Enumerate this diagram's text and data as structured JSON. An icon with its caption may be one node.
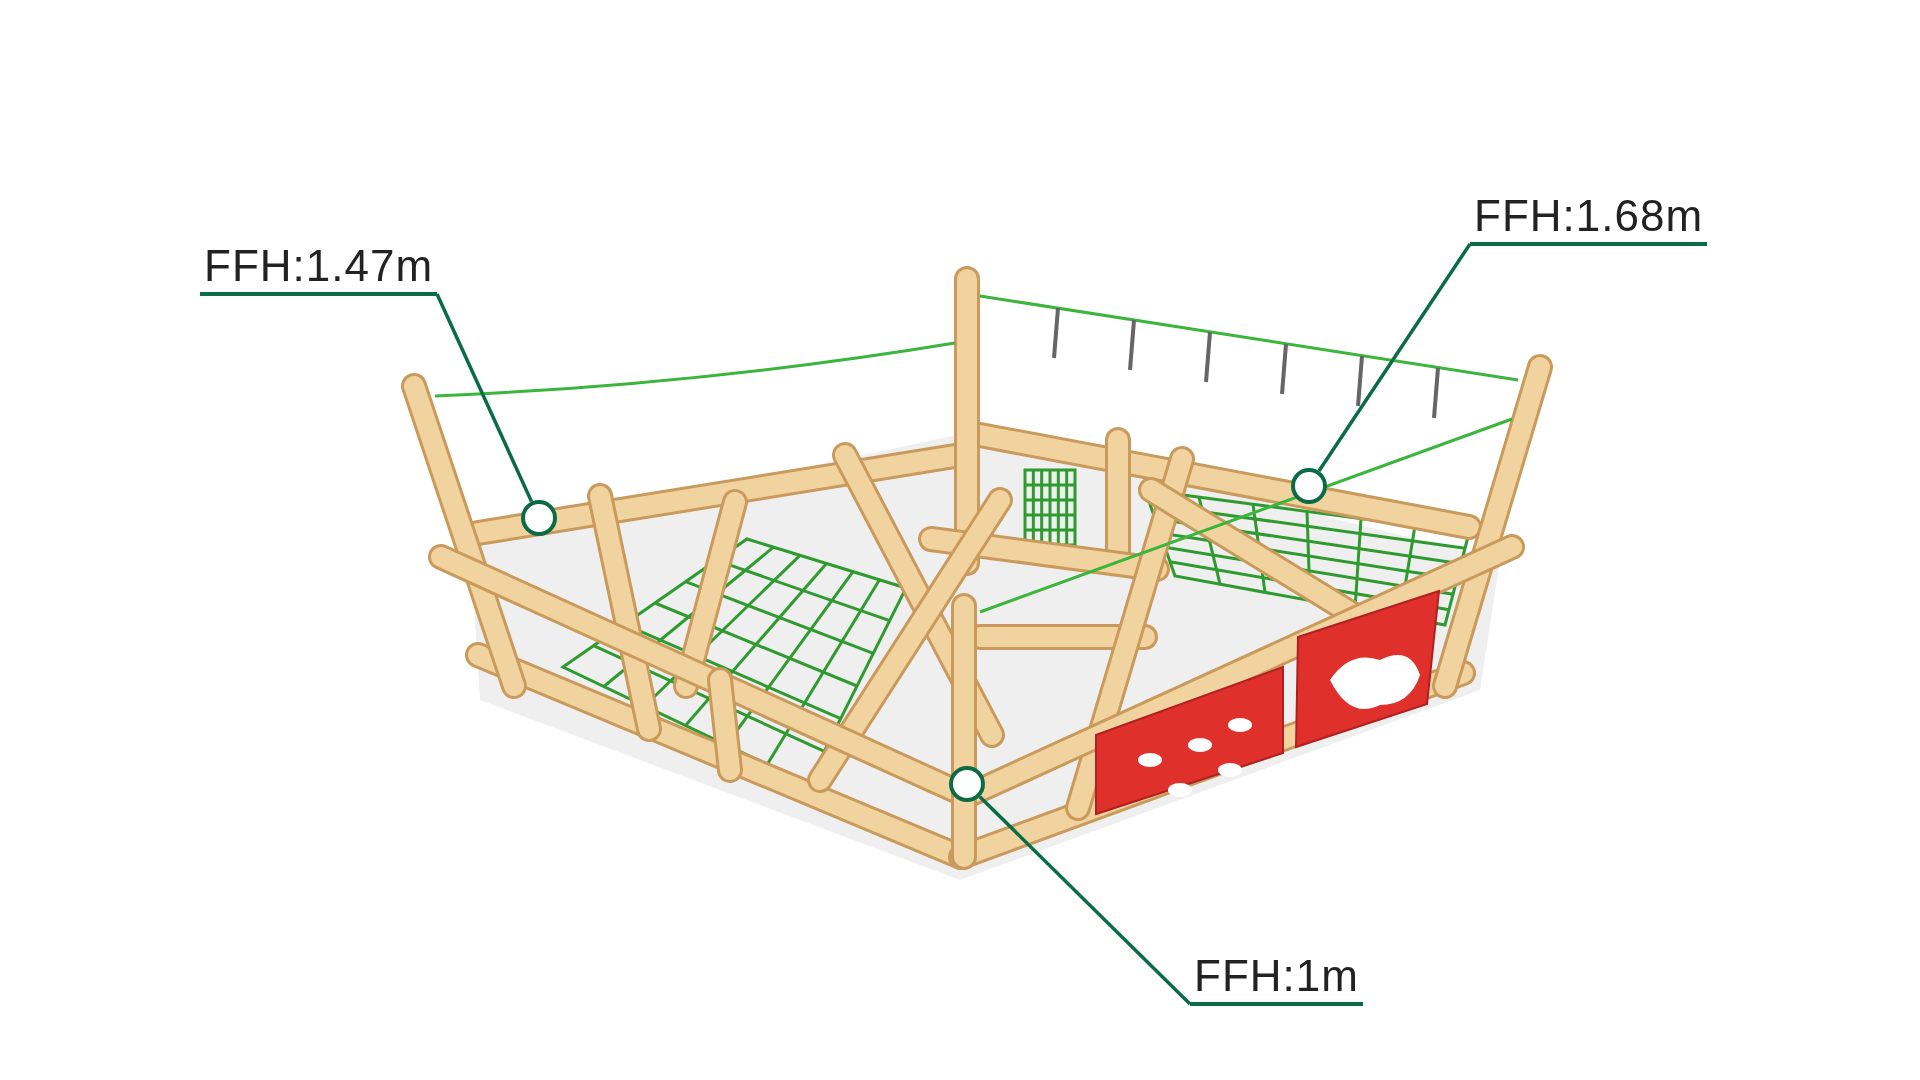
{
  "diagram": {
    "nodes": [
      {
        "text": [
          "FFH:1.68m"
        ]
      },
      {
        "text": [
          "FFH:1.47m"
        ]
      },
      {
        "text": [
          "FFH:1m"
        ]
      },
      {
        "text": [],
        "shape": "circle"
      },
      {
        "text": [],
        "shape": "circle"
      },
      {
        "text": [],
        "shape": "circle"
      }
    ],
    "edges": [
      {
        "from": 1,
        "to": 3,
        "arrow": "none"
      },
      {
        "from": 2,
        "to": 4,
        "arrow": "none"
      },
      {
        "from": 0,
        "to": 5,
        "arrow": "none"
      }
    ]
  }
}
